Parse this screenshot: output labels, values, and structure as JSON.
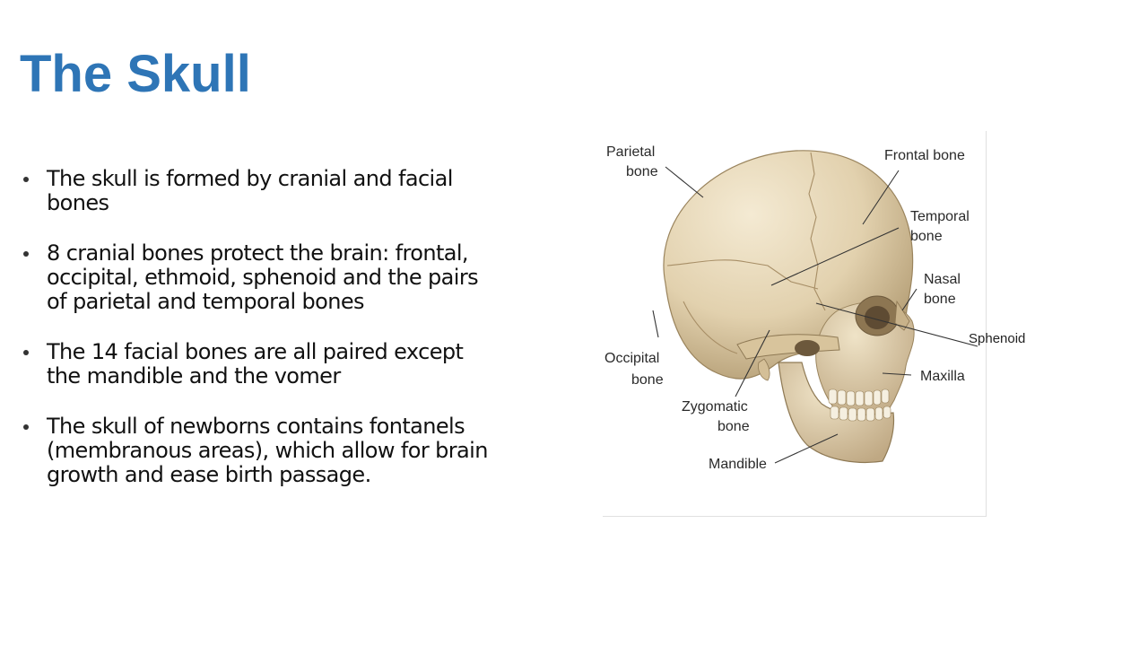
{
  "slide": {
    "title": "The Skull",
    "bullets": [
      "The skull is formed by cranial and facial bones",
      "8 cranial bones protect the brain: frontal, occipital, ethmoid, sphenoid and the pairs of parietal and temporal bones",
      "The 14 facial bones are all paired except the mandible and the vomer",
      "The skull of newborns contains fontanels (membranous areas), which allow for brain growth and ease birth passage."
    ]
  },
  "figure": {
    "labels": {
      "parietal_line1": "Parietal",
      "parietal_line2": "bone",
      "frontal": "Frontal bone",
      "temporal_line1": "Temporal",
      "temporal_line2": "bone",
      "nasal_line1": "Nasal",
      "nasal_line2": "bone",
      "occipital_line1": "Occipital",
      "occipital_line2": "bone",
      "maxilla": "Maxilla",
      "zygomatic_line1": "Zygomatic",
      "zygomatic_line2": "bone",
      "mandible": "Mandible"
    },
    "added_label": "Sphenoid",
    "colors": {
      "bone_light": "#ece0c4",
      "bone_mid": "#dcc9a1",
      "bone_dark": "#a8926a",
      "leader_line": "#333333"
    }
  }
}
